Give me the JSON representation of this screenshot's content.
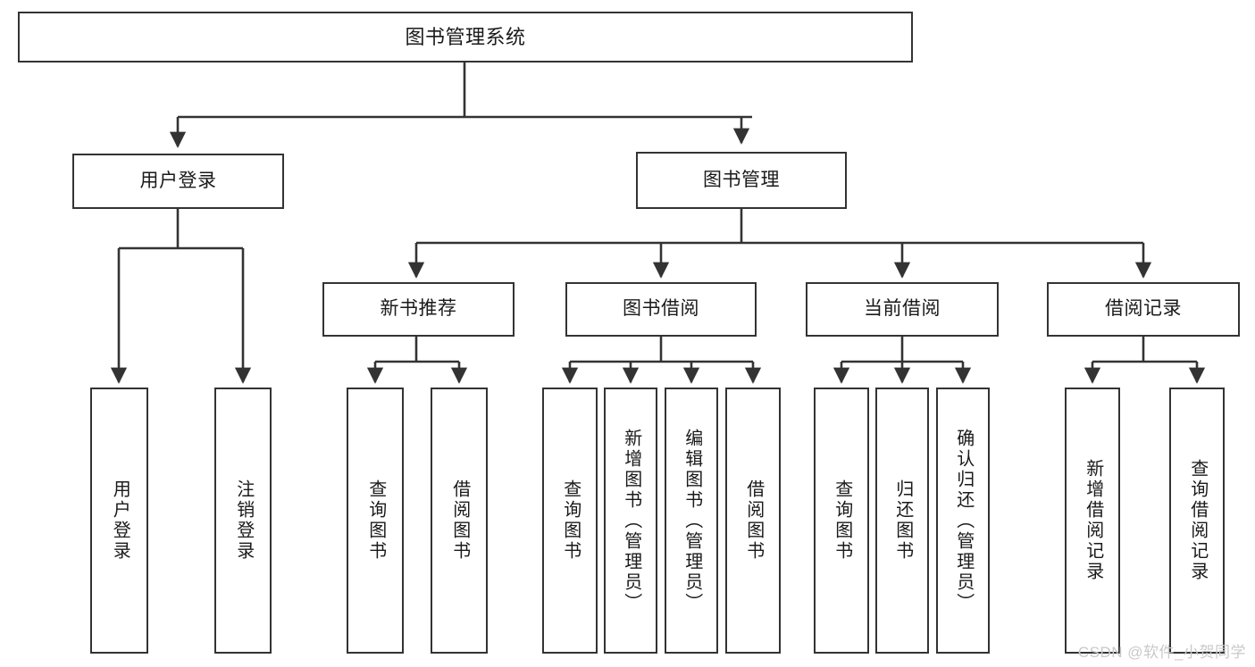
{
  "diagram": {
    "type": "tree-hierarchy",
    "title": "图书管理系统",
    "line_color": "#333333",
    "box_fill": "#ffffff",
    "text_color": "#1a1a1a",
    "watermark": "CSDN @软件_小贺同学",
    "watermark_color": "#c9c9c9",
    "nodes": {
      "root": {
        "label": "图书管理系统"
      },
      "level2": [
        {
          "id": "user-login",
          "label": "用户登录"
        },
        {
          "id": "book-manage",
          "label": "图书管理"
        }
      ],
      "level3": [
        {
          "id": "new-book-recommend",
          "label": "新书推荐"
        },
        {
          "id": "book-borrow",
          "label": "图书借阅"
        },
        {
          "id": "current-borrow",
          "label": "当前借阅"
        },
        {
          "id": "borrow-record",
          "label": "借阅记录"
        }
      ],
      "leaves": {
        "user-login": [
          {
            "id": "leaf-user-login",
            "label": "用户登录"
          },
          {
            "id": "leaf-logout",
            "label": "注销登录"
          }
        ],
        "new-book-recommend": [
          {
            "id": "leaf-query-book-1",
            "label": "查询图书"
          },
          {
            "id": "leaf-borrow-book-1",
            "label": "借阅图书"
          }
        ],
        "book-borrow": [
          {
            "id": "leaf-query-book-2",
            "label": "查询图书"
          },
          {
            "id": "leaf-add-book",
            "label": "新增图书（管理员）"
          },
          {
            "id": "leaf-edit-book",
            "label": "编辑图书（管理员）"
          },
          {
            "id": "leaf-borrow-book-2",
            "label": "借阅图书"
          }
        ],
        "current-borrow": [
          {
            "id": "leaf-query-book-3",
            "label": "查询图书"
          },
          {
            "id": "leaf-return-book",
            "label": "归还图书"
          },
          {
            "id": "leaf-confirm-return",
            "label": "确认归还（管理员）"
          }
        ],
        "borrow-record": [
          {
            "id": "leaf-add-record",
            "label": "新增借阅记录"
          },
          {
            "id": "leaf-query-record",
            "label": "查询借阅记录"
          }
        ]
      }
    }
  }
}
